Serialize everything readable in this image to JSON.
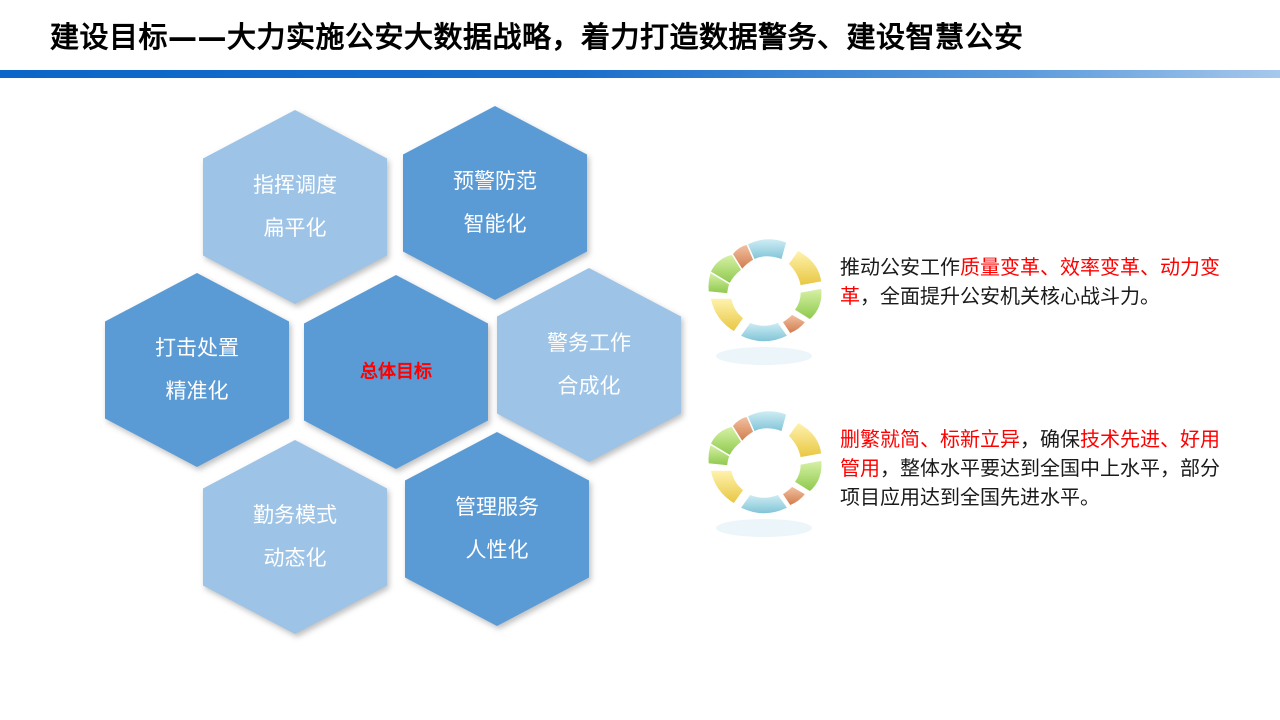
{
  "header": {
    "title": "建设目标——大力实施公安大数据战略，着力打造数据警务、建设智慧公安",
    "bar_gradient": [
      "#0a66c8",
      "#a6c8ec"
    ]
  },
  "hexagons": {
    "colors": {
      "dark": "#5b9bd5",
      "light": "#9dc3e6",
      "center_text": "#ff0000"
    },
    "center": {
      "label": "总体目标"
    },
    "items": [
      {
        "line1": "指挥调度",
        "line2": "扁平化",
        "tone": "light"
      },
      {
        "line1": "预警防范",
        "line2": "智能化",
        "tone": "dark"
      },
      {
        "line1": "打击处置",
        "line2": "精准化",
        "tone": "dark"
      },
      {
        "line1": "警务工作",
        "line2": "合成化",
        "tone": "light"
      },
      {
        "line1": "勤务模式",
        "line2": "动态化",
        "tone": "light"
      },
      {
        "line1": "管理服务",
        "line2": "人性化",
        "tone": "dark"
      }
    ]
  },
  "goals": [
    {
      "icon": "segmented-ring-icon",
      "segments": [
        {
          "text": "推动公安工作",
          "highlight": false
        },
        {
          "text": "质量变革、效率变革、动力变革",
          "highlight": true
        },
        {
          "text": "，全面提升公安机关核心战斗力。",
          "highlight": false
        }
      ]
    },
    {
      "icon": "segmented-ring-icon",
      "segments": [
        {
          "text": "删繁就简、标新立异",
          "highlight": true
        },
        {
          "text": "，确保",
          "highlight": false
        },
        {
          "text": "技术先进、好用管用",
          "highlight": true
        },
        {
          "text": "，整体水平要达到全国中上水平，部分项目应用达到全国先进水平。",
          "highlight": false
        }
      ]
    }
  ]
}
